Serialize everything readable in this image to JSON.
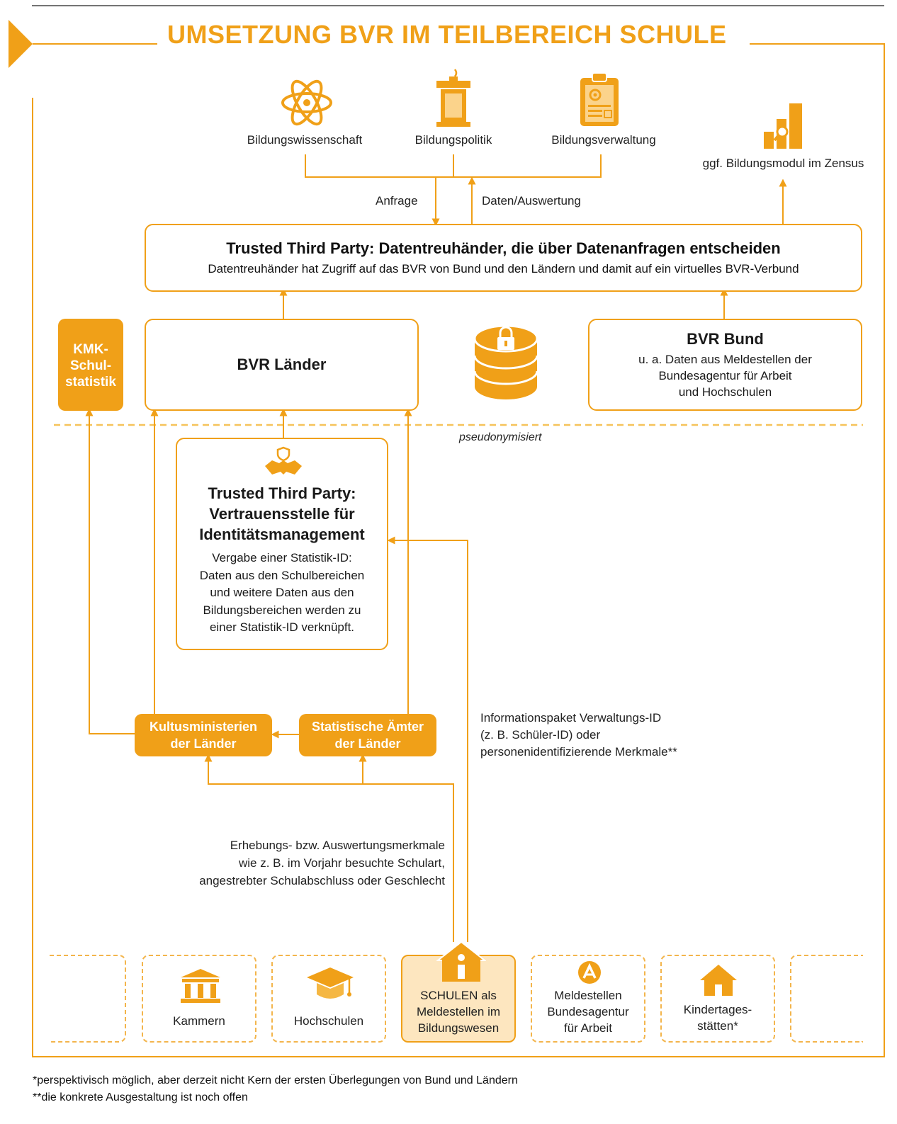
{
  "title": "UMSETZUNG BVR IM TEILBEREICH SCHULE",
  "colors": {
    "accent": "#f0a018",
    "accent_light": "#fde6bf",
    "dashed": "#f3b54c",
    "text": "#1a1a1a"
  },
  "stakeholders": [
    {
      "label": "Bildungswissenschaft",
      "icon": "atom-icon"
    },
    {
      "label": "Bildungspolitik",
      "icon": "lectern-icon"
    },
    {
      "label": "Bildungsverwaltung",
      "icon": "clipboard-gear-icon"
    }
  ],
  "zensus": {
    "label": "ggf. Bildungsmodul im Zensus",
    "icon": "bar-chart-icon"
  },
  "flow_labels": {
    "request": "Anfrage",
    "response": "Daten/Auswertung",
    "pseudo": "pseudonymisiert"
  },
  "ttp_top": {
    "title": "Trusted Third Party: Datentreuhänder, die über Datenanfragen entscheiden",
    "subtitle": "Datentreuhänder hat Zugriff auf das BVR von Bund und den Ländern und damit auf ein virtuelles BVR-Verbund"
  },
  "kmk": {
    "lines": [
      "KMK-",
      "Schul-",
      "statistik"
    ]
  },
  "bvr_laender": {
    "title": "BVR Länder"
  },
  "bvr_bund": {
    "title": "BVR Bund",
    "lines": [
      "u. a. Daten aus Meldestellen der",
      "Bundesagentur für Arbeit",
      "und Hochschulen"
    ]
  },
  "ttp_identity": {
    "title_lines": [
      "Trusted Third Party:",
      "Vertrauensstelle für",
      "Identitätsmanagement"
    ],
    "body_lines": [
      "Vergabe einer Statistik-ID:",
      "Daten aus den Schulbereichen",
      "und weitere Daten aus den",
      "Bildungsbereichen werden zu",
      "einer Statistik-ID verknüpft."
    ]
  },
  "kultus": {
    "lines": [
      "Kultusministerien",
      "der Länder"
    ]
  },
  "statistik": {
    "lines": [
      "Statistische Ämter",
      "der Länder"
    ]
  },
  "info_package": {
    "lines": [
      "Informationspaket Verwaltungs-ID",
      "(z. B. Schüler-ID) oder",
      "personenidentifizierende Merkmale**"
    ]
  },
  "erhebung": {
    "lines": [
      "Erhebungs- bzw. Auswertungsmerkmale",
      "wie z. B. im Vorjahr besuchte Schulart,",
      "angestrebter Schulabschluss oder Geschlecht"
    ]
  },
  "institutions": [
    {
      "label": "",
      "icon": ""
    },
    {
      "label": "Kammern",
      "icon": "institution-building-icon"
    },
    {
      "label": "Hochschulen",
      "icon": "graduation-cap-icon"
    },
    {
      "label": "SCHULEN als Meldestellen im Bildungswesen",
      "lines": [
        "SCHULEN als",
        "Meldestellen im",
        "Bildungswesen"
      ],
      "icon": "school-house-icon"
    },
    {
      "label": "Meldestellen Bundesagentur für Arbeit",
      "lines": [
        "Meldestellen",
        "Bundesagentur",
        "für Arbeit"
      ],
      "icon": "agency-logo-icon"
    },
    {
      "label": "Kindertagesstätten*",
      "lines": [
        "Kindertages-",
        "stätten*"
      ],
      "icon": "house-icon"
    },
    {
      "label": "",
      "icon": ""
    }
  ],
  "footnotes": [
    "*perspektivisch möglich, aber derzeit nicht Kern der ersten Überlegungen von Bund und Ländern",
    "**die konkrete Ausgestaltung ist noch offen"
  ]
}
